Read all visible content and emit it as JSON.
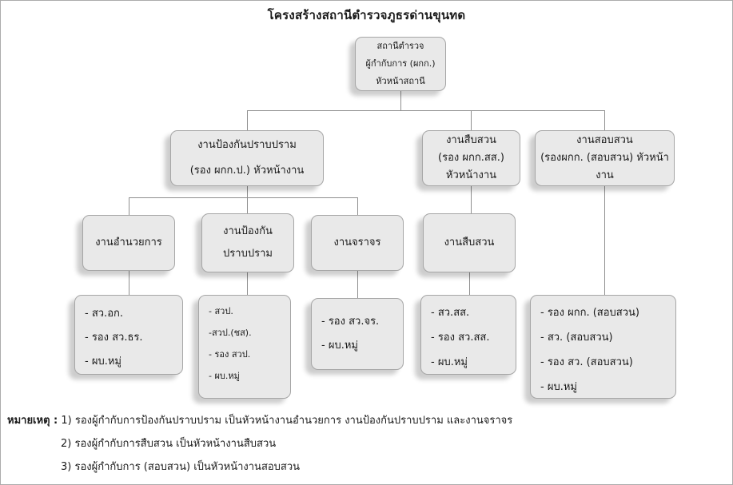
{
  "title": "โครงสร้างสถานีตำรวจภูธรด่านขุนทด",
  "colors": {
    "box_fill": "#e9e9e9",
    "box_border": "#a6a6a6",
    "connector": "#8f8f8f",
    "text": "#1a1a1a"
  },
  "nodes": {
    "station": {
      "lines": [
        "สถานีตำรวจ",
        "ผู้กำกับการ (ผกก.)",
        "หัวหน้าสถานี"
      ]
    },
    "prevention_suppression": {
      "lines": [
        "งานป้องกันปราบปราม",
        "(รอง ผกก.ป.) หัวหน้างาน"
      ]
    },
    "investigation": {
      "lines": [
        "งานสืบสวน",
        "(รอง ผกก.สส.)",
        "หัวหน้างาน"
      ]
    },
    "inquiry": {
      "lines": [
        "งานสอบสวน",
        "(รองผกก. (สอบสวน) หัวหน้า",
        "งาน"
      ]
    },
    "administration": {
      "lines": [
        "งานอำนวยการ"
      ]
    },
    "prevention_sub": {
      "lines": [
        "งานป้องกัน",
        "ปราบปราม"
      ]
    },
    "traffic": {
      "lines": [
        "งานจราจร"
      ]
    },
    "investigation_sub": {
      "lines": [
        "งานสืบสวน"
      ]
    },
    "administration_staff": {
      "items": [
        "- สว.อก.",
        "- รอง สว.ธร.",
        "- ผบ.หมู่"
      ]
    },
    "prevention_staff": {
      "items": [
        "- สวป.",
        "-สวป.(ชส).",
        "- รอง สวป.",
        "- ผบ.หมู่"
      ]
    },
    "traffic_staff": {
      "items": [
        "- รอง สว.จร.",
        "- ผบ.หมู่"
      ]
    },
    "investigation_staff": {
      "items": [
        "- สว.สส.",
        "- รอง สว.สส.",
        "- ผบ.หมู่"
      ]
    },
    "inquiry_staff": {
      "items": [
        "- รอง ผกก. (สอบสวน)",
        "- สว. (สอบสวน)",
        "- รอง สว. (สอบสวน)",
        "- ผบ.หมู่"
      ]
    }
  },
  "notes": {
    "label": "หมายเหตุ :",
    "lines": [
      "1) รองผู้กำกับการป้องกันปราบปราม เป็นหัวหน้างานอำนวยการ งานป้องกันปราบปราม และงานจราจร",
      "2) รองผู้กำกับการสืบสวน เป็นหัวหน้างานสืบสวน",
      "3) รองผู้กำกับการ (สอบสวน) เป็นหัวหน้างานสอบสวน"
    ]
  }
}
